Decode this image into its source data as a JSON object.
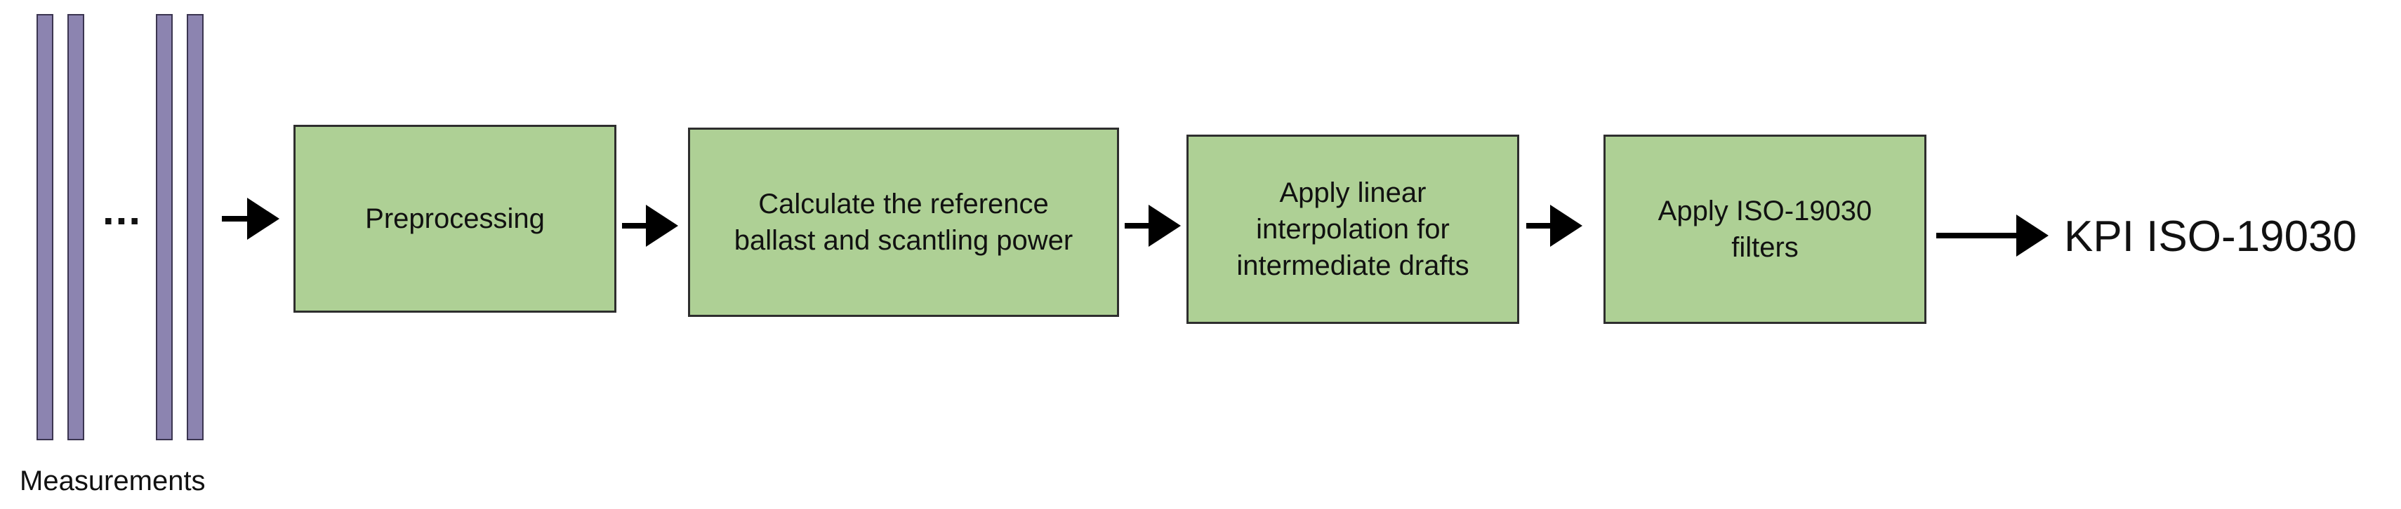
{
  "measurements": {
    "label": "Measurements",
    "ellipsis": "..."
  },
  "steps": [
    {
      "label": "Preprocessing"
    },
    {
      "label": "Calculate the reference\nballast and scantling power"
    },
    {
      "label": "Apply linear\ninterpolation for\nintermediate drafts"
    },
    {
      "label": "Apply ISO-19030\nfilters"
    }
  ],
  "output": {
    "label": "KPI ISO-19030"
  },
  "colors": {
    "measurement_bar": "#8c84b0",
    "step_box": "#aed095",
    "arrow": "#000000"
  }
}
